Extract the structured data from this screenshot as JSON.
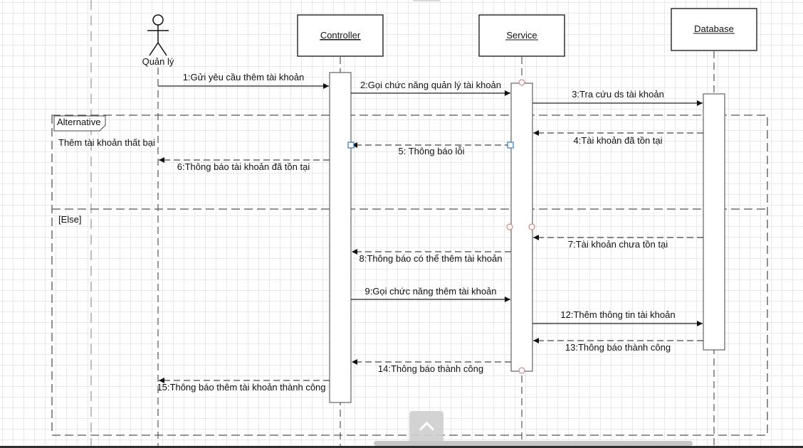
{
  "participants": {
    "actor": "Quản lý",
    "controller": "Controller",
    "service": "Service",
    "database": "Database"
  },
  "fragment": {
    "operator": "Alternative",
    "guard1": "Thêm tài khoản thất bại",
    "guard2": "[Else]"
  },
  "messages": {
    "m1": "1:Gửi yêu cầu thêm tài khoản",
    "m2": "2:Gọi chức năng quản lý tài khoản",
    "m3": "3:Tra cứu ds tài khoản",
    "m4": "4:Tài khoản đã tồn tại",
    "m5": "5: Thông báo lỗi",
    "m6": "6:Thông báo tài khoản đã tồn tại",
    "m7": "7:Tài khoản chưa tồn tại",
    "m8": "8:Thông báo có thể thêm tài khoản",
    "m9": "9:Gọi chức năng thêm tài khoản",
    "m12": "12:Thêm thông tin tài khoản",
    "m13": "13:Thông báo thành công",
    "m14": "14:Thông báo thành công",
    "m15": "15:Thông báo thêm tài khoản thành công"
  }
}
